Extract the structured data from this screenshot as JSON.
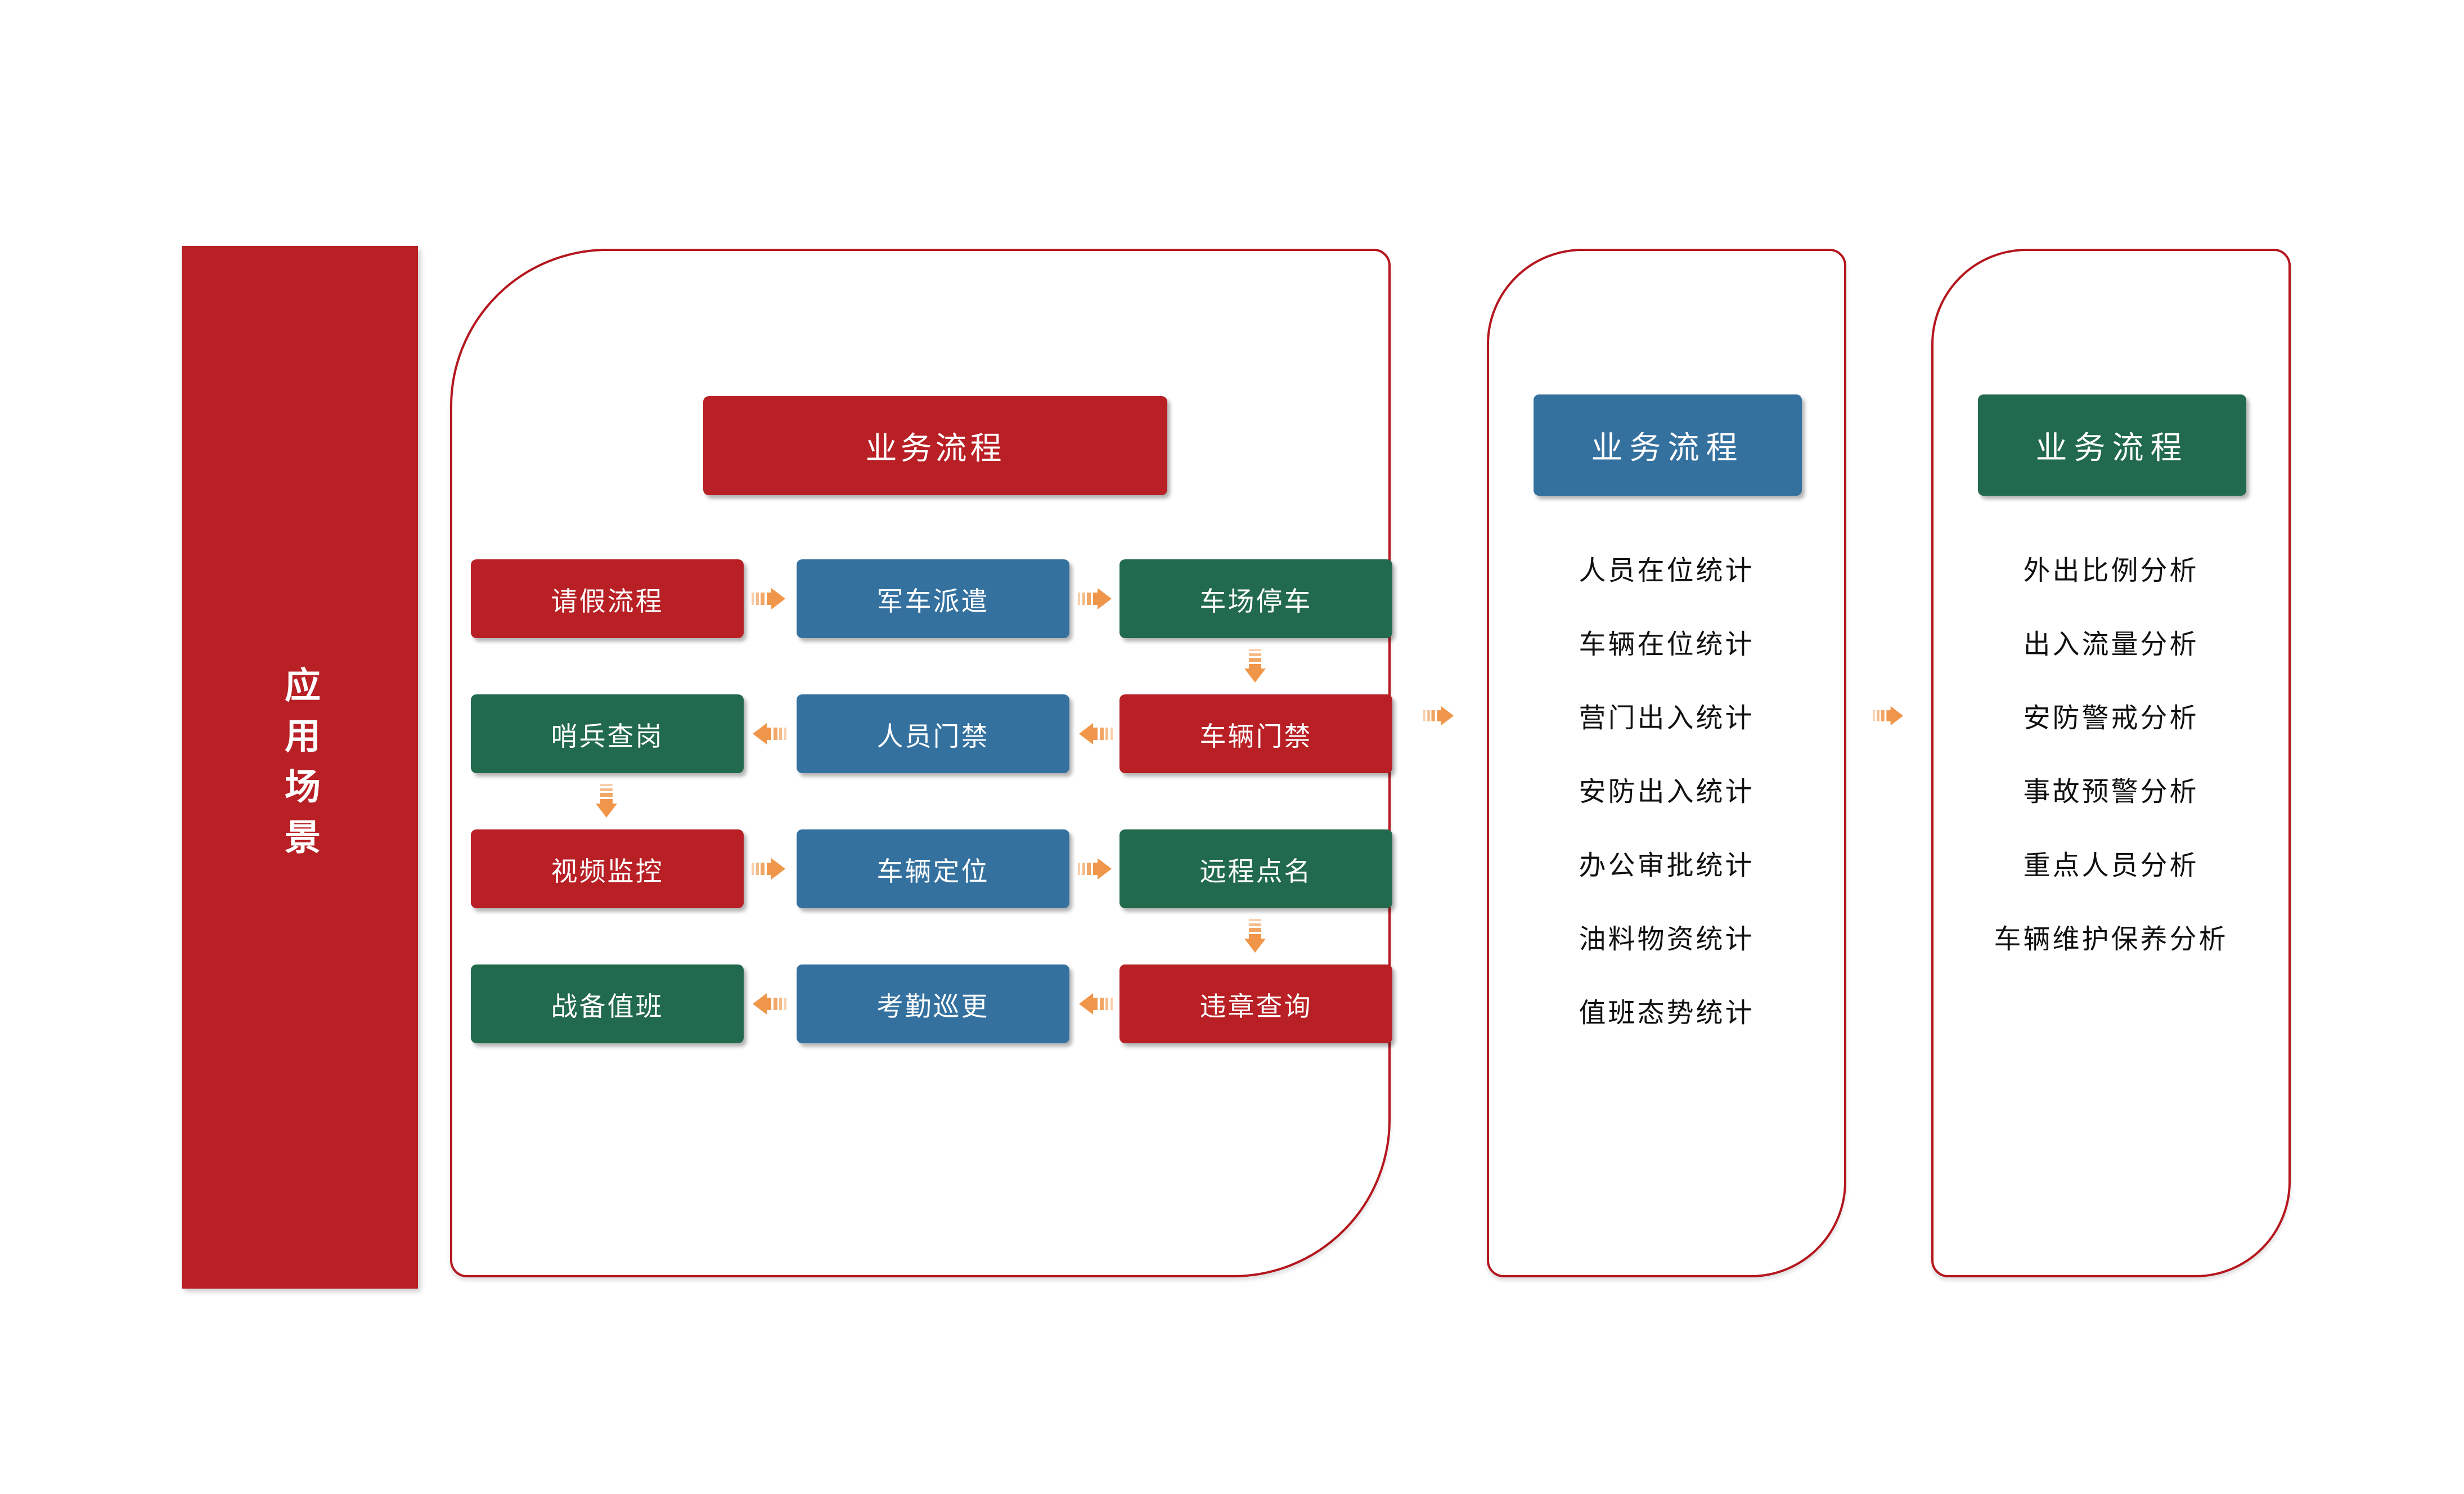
{
  "colors": {
    "red": "#B82025",
    "blue": "#34719F",
    "green": "#226A4D",
    "orange": "#F0964A",
    "panel_border": "#B5161E",
    "text_light": "#FFFFFF",
    "text_dark": "#111111"
  },
  "sidebar": {
    "title": "应用场景"
  },
  "main_panel": {
    "header": {
      "label": "业务流程",
      "color": "red"
    },
    "boxes": [
      {
        "label": "请假流程",
        "color": "red"
      },
      {
        "label": "军车派遣",
        "color": "blue"
      },
      {
        "label": "车场停车",
        "color": "green"
      },
      {
        "label": "哨兵查岗",
        "color": "green"
      },
      {
        "label": "人员门禁",
        "color": "blue"
      },
      {
        "label": "车辆门禁",
        "color": "red"
      },
      {
        "label": "视频监控",
        "color": "red"
      },
      {
        "label": "车辆定位",
        "color": "blue"
      },
      {
        "label": "远程点名",
        "color": "green"
      },
      {
        "label": "战备值班",
        "color": "green"
      },
      {
        "label": "考勤巡更",
        "color": "blue"
      },
      {
        "label": "违章查询",
        "color": "red"
      }
    ]
  },
  "stats_panel": {
    "header": {
      "label": "业务流程",
      "color": "blue"
    },
    "items": [
      "人员在位统计",
      "车辆在位统计",
      "营门出入统计",
      "安防出入统计",
      "办公审批统计",
      "油料物资统计",
      "值班态势统计"
    ]
  },
  "analysis_panel": {
    "header": {
      "label": "业务流程",
      "color": "green"
    },
    "items": [
      "外出比例分析",
      "出入流量分析",
      "安防警戒分析",
      "事故预警分析",
      "重点人员分析",
      "车辆维护保养分析"
    ]
  }
}
